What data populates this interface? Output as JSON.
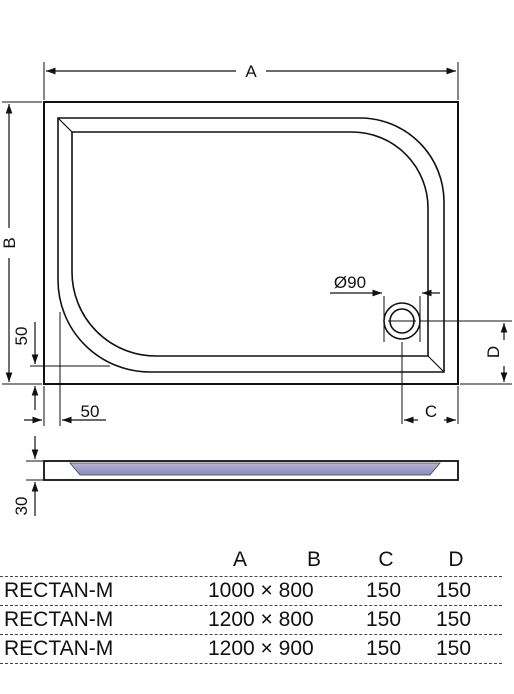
{
  "dimensions": {
    "a": "A",
    "b": "B",
    "c": "C",
    "d": "D",
    "drain_diameter": "Ø90",
    "offset_bottom": "50",
    "offset_left": "50",
    "height": "30"
  },
  "table": {
    "headers": [
      "A",
      "B",
      "C",
      "D"
    ],
    "rows": [
      {
        "model": "RECTAN-M",
        "ab": "1000 × 800",
        "c": "150",
        "d": "150"
      },
      {
        "model": "RECTAN-M",
        "ab": "1200 × 800",
        "c": "150",
        "d": "150"
      },
      {
        "model": "RECTAN-M",
        "ab": "1200 × 900",
        "c": "150",
        "d": "150"
      }
    ]
  }
}
